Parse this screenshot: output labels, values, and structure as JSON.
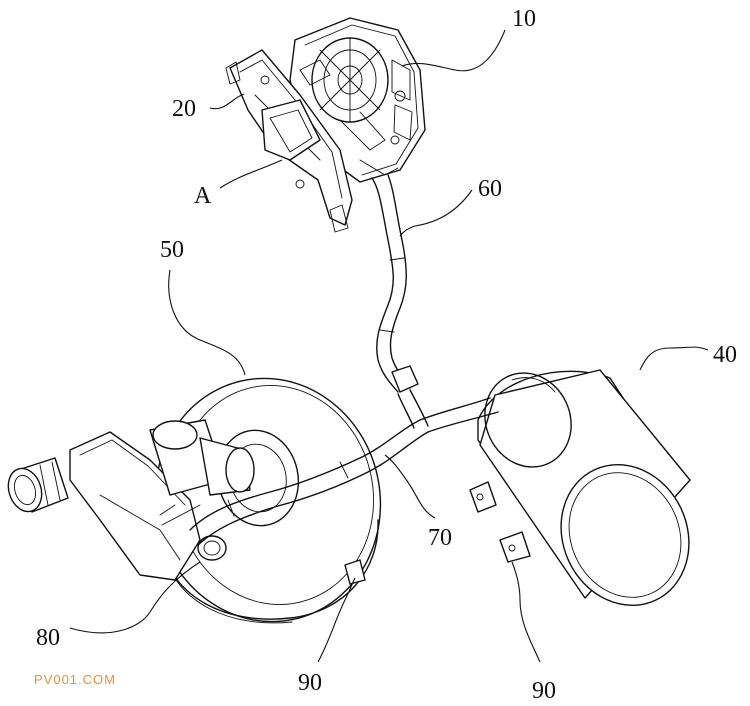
{
  "labels": {
    "l10": "10",
    "l20": "20",
    "lA": "A",
    "l60": "60",
    "l50": "50",
    "l40": "40",
    "l70": "70",
    "l80": "80",
    "l90a": "90",
    "l90b": "90"
  },
  "watermark": "PV001.COM",
  "colors": {
    "line": "#111111",
    "watermark": "#e8903a"
  }
}
